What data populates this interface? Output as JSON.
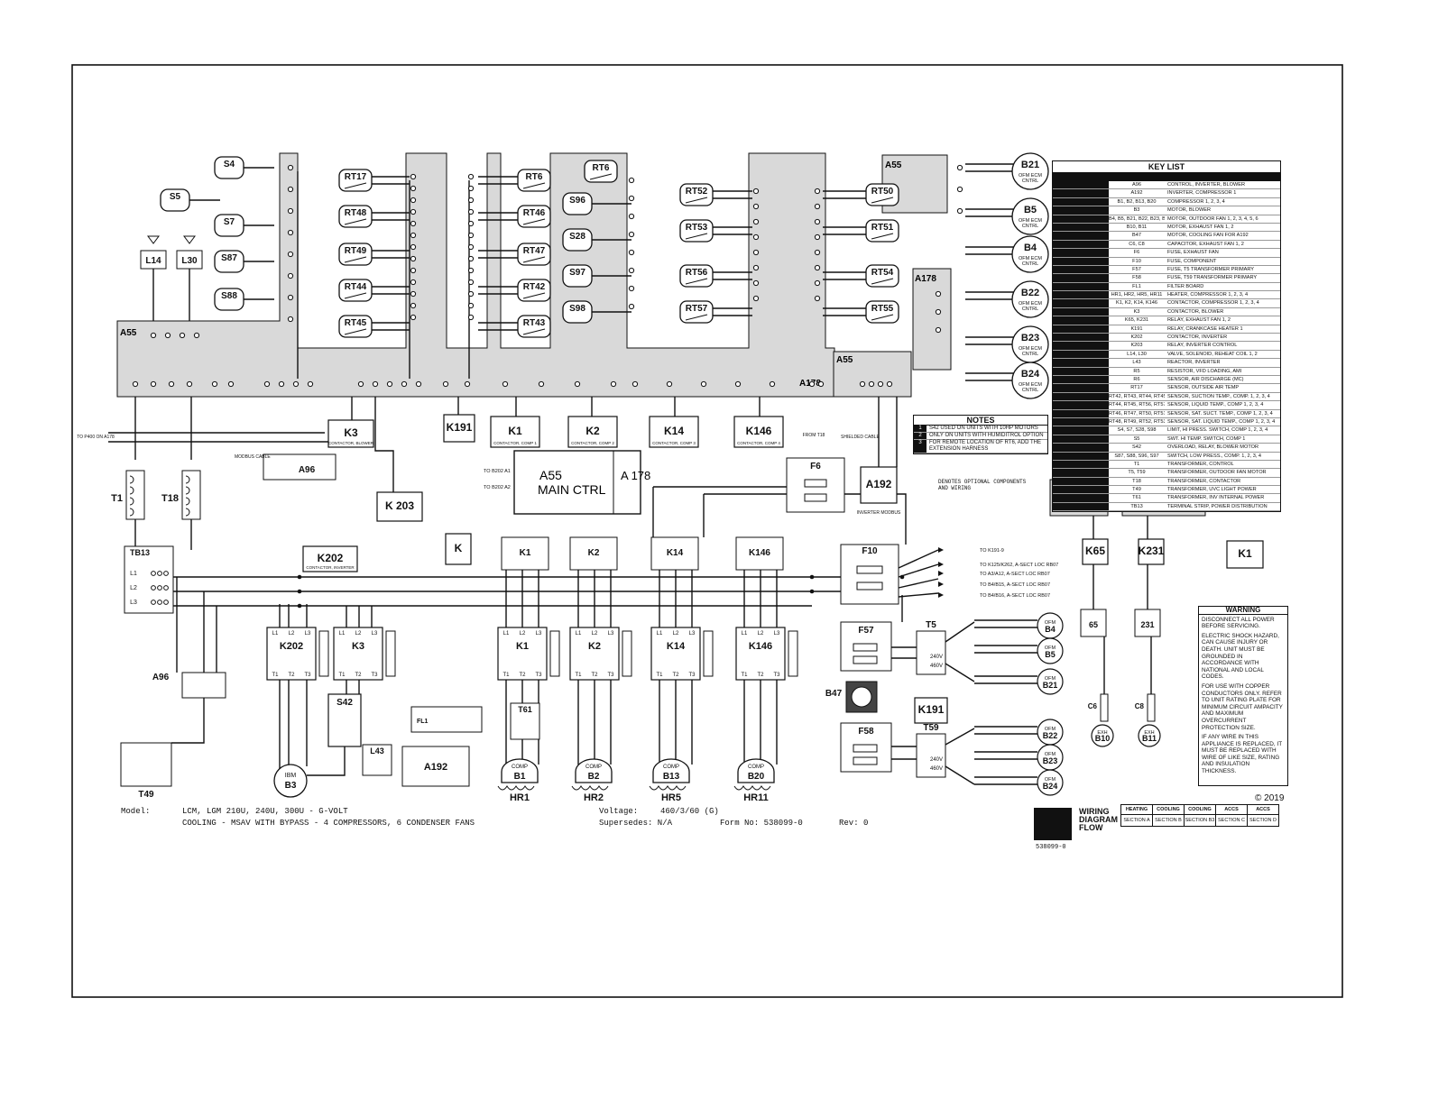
{
  "title_block": {
    "model_label": "Model:",
    "model_value": "LCM, LGM 210U, 240U, 300U - G-VOLT",
    "description": "COOLING - MSAV WITH BYPASS - 4 COMPRESSORS, 6 CONDENSER FANS",
    "voltage_label": "Voltage:",
    "voltage_value": "460/3/60 (G)",
    "supersedes": "Supersedes: N/A",
    "form_no": "Form No: 538099-0",
    "rev": "Rev: 0",
    "copyright": "© 2019",
    "drawing_number": "538099-0"
  },
  "flow": {
    "title": "WIRING DIAGRAM FLOW",
    "columns": [
      {
        "head": "HEATING",
        "section": "SECTION A"
      },
      {
        "head": "COOLING",
        "section": "SECTION B"
      },
      {
        "head": "COOLING",
        "section": "SECTION B3"
      },
      {
        "head": "ACCS",
        "section": "SECTION C"
      },
      {
        "head": "ACCS",
        "section": "SECTION D"
      }
    ]
  },
  "key_list": {
    "title": "KEY LIST",
    "rows": [
      {
        "key": "A96",
        "desc": "CONTROL, INVERTER, BLOWER"
      },
      {
        "key": "A192",
        "desc": "INVERTER, COMPRESSOR 1"
      },
      {
        "key": "B1, B2, B13, B20",
        "desc": "COMPRESSOR 1, 2, 3, 4"
      },
      {
        "key": "B3",
        "desc": "MOTOR, BLOWER"
      },
      {
        "key": "B4, B5, B21, B22, B23, B24",
        "desc": "MOTOR, OUTDOOR FAN 1, 2, 3, 4, 5, 6"
      },
      {
        "key": "B10, B11",
        "desc": "MOTOR, EXHAUST FAN 1, 2"
      },
      {
        "key": "B47",
        "desc": "MOTOR, COOLING FAN FOR A192"
      },
      {
        "key": "C6, C8",
        "desc": "CAPACITOR, EXHAUST FAN 1, 2"
      },
      {
        "key": "F6",
        "desc": "FUSE, EXHAUST FAN"
      },
      {
        "key": "F10",
        "desc": "FUSE, COMPONENT"
      },
      {
        "key": "F57",
        "desc": "FUSE, T5 TRANSFORMER PRIMARY"
      },
      {
        "key": "F58",
        "desc": "FUSE, T59 TRANSFORMER PRIMARY"
      },
      {
        "key": "FL1",
        "desc": "FILTER BOARD"
      },
      {
        "key": "HR1, HR2, HR5, HR11",
        "desc": "HEATER, COMPRESSOR 1, 2, 3, 4"
      },
      {
        "key": "K1, K2, K14, K146",
        "desc": "CONTACTOR, COMPRESSOR 1, 2, 3, 4"
      },
      {
        "key": "K3",
        "desc": "CONTACTOR, BLOWER"
      },
      {
        "key": "K65, K231",
        "desc": "RELAY, EXHAUST FAN 1, 2"
      },
      {
        "key": "K191",
        "desc": "RELAY, CRANKCASE HEATER 1"
      },
      {
        "key": "K202",
        "desc": "CONTACTOR, INVERTER"
      },
      {
        "key": "K203",
        "desc": "RELAY, INVERTER CONTROL"
      },
      {
        "key": "L14, L30",
        "desc": "VALVE, SOLENOID, REHEAT COIL 1, 2"
      },
      {
        "key": "L43",
        "desc": "REACTOR, INVERTER"
      },
      {
        "key": "R5",
        "desc": "RESISTOR, VFD LOADING, AMI"
      },
      {
        "key": "R6",
        "desc": "SENSOR, AIR DISCHARGE (MC)"
      },
      {
        "key": "RT17",
        "desc": "SENSOR, OUTSIDE AIR TEMP"
      },
      {
        "key": "RT42, RT43, RT44, RT45",
        "desc": "SENSOR, SUCTION TEMP., COMP. 1, 2, 3, 4"
      },
      {
        "key": "RT44, RT45, RT56, RT57",
        "desc": "SENSOR, LIQUID TEMP., COMP 1, 2, 3, 4"
      },
      {
        "key": "RT46, RT47, RT50, RT51",
        "desc": "SENSOR, SAT. SUCT. TEMP., COMP 1, 2, 3, 4"
      },
      {
        "key": "RT48, RT49, RT52, RT53",
        "desc": "SENSOR, SAT. LIQUID TEMP., COMP 1, 2, 3, 4"
      },
      {
        "key": "S4, S7, S28, S98",
        "desc": "LIMIT, HI PRESS. SWITCH, COMP 1, 2, 3, 4"
      },
      {
        "key": "S5",
        "desc": "SWT. HI TEMP. SWITCH, COMP 1"
      },
      {
        "key": "S42",
        "desc": "OVERLOAD, RELAY, BLOWER MOTOR"
      },
      {
        "key": "S87, S88, S96, S97",
        "desc": "SWITCH, LOW PRESS., COMP. 1, 2, 3, 4"
      },
      {
        "key": "T1",
        "desc": "TRANSFORMER, CONTROL"
      },
      {
        "key": "T5, T59",
        "desc": "TRANSFORMER, OUTDOOR FAN MOTOR"
      },
      {
        "key": "T18",
        "desc": "TRANSFORMER, CONTACTOR"
      },
      {
        "key": "T49",
        "desc": "TRANSFORMER, UVC LIGHT POWER"
      },
      {
        "key": "T61",
        "desc": "TRANSFORMER, INV INTERNAL POWER"
      },
      {
        "key": "TB13",
        "desc": "TERMINAL STRIP, POWER DISTRIBUTION"
      }
    ]
  },
  "notes": {
    "title": "NOTES",
    "items": [
      {
        "n": "1",
        "text": "S42 USED ON UNITS WITH 10HP MOTORS"
      },
      {
        "n": "2",
        "text": "ONLY ON UNITS WITH HUMIDITROL OPTION"
      },
      {
        "n": "3",
        "text": "FOR REMOTE LOCATION OF RT6, ADD THE EXTENSION HARNESS"
      }
    ],
    "legend": "DENOTES OPTIONAL COMPONENTS AND WIRING"
  },
  "warning": {
    "title": "WARNING",
    "paragraphs": [
      "DISCONNECT ALL POWER BEFORE SERVICING.",
      "ELECTRIC SHOCK HAZARD, CAN CAUSE INJURY OR DEATH. UNIT MUST BE GROUNDED IN ACCORDANCE WITH NATIONAL AND LOCAL CODES.",
      "FOR USE WITH COPPER CONDUCTORS ONLY. REFER TO UNIT RATING PLATE FOR MINIMUM CIRCUIT AMPACITY AND MAXIMUM OVERCURRENT PROTECTION SIZE.",
      "IF ANY WIRE IN THIS APPLIANCE IS REPLACED, IT MUST BE REPLACED WITH WIRE OF LIKE SIZE, RATING AND INSULATION THICKNESS."
    ]
  },
  "labels": {
    "a55": "A55",
    "a178": "A178",
    "main_ctrl": "MAIN CTRL",
    "a178_short": "A 178",
    "switches": [
      "S4",
      "S5",
      "S7",
      "S87",
      "S88",
      "S96",
      "S28",
      "S97",
      "S98"
    ],
    "coils": [
      "L14",
      "L30"
    ],
    "sensors_left": [
      "RT17",
      "RT48",
      "RT49",
      "RT44",
      "RT45"
    ],
    "sensors_mid": [
      "RT6",
      "RT46",
      "RT47",
      "RT42",
      "RT43"
    ],
    "sensors_right_a": [
      "RT52",
      "RT53",
      "RT56",
      "RT57"
    ],
    "sensors_right_b": [
      "RT50",
      "RT51",
      "RT54",
      "RT55"
    ],
    "fans_top": [
      "B21",
      "B5",
      "B4",
      "B22",
      "B23",
      "B24"
    ],
    "ofm": "OFM ECM CNTRL",
    "coils_row": [
      "K3",
      "K1",
      "K2",
      "K14",
      "K146"
    ],
    "k191": "K191",
    "a96": "A96",
    "k203": "K 203",
    "k202": "K202",
    "a192": "A192",
    "f6": "F6",
    "t1": "T1",
    "t18": "T18",
    "tb13": "TB13",
    "f10": "F10",
    "k65": "K65",
    "k231": "K231",
    "k1_aux": "K1",
    "contactors_main": [
      "K202",
      "K3",
      "K1",
      "K2",
      "K14",
      "K146"
    ],
    "s42": "S42",
    "t61": "T61",
    "l43": "L43",
    "fl1": "FL1",
    "b3": "B3",
    "ibm": "IBM",
    "t49": "T49",
    "a96_low": "A96",
    "compressors": [
      "B1",
      "B2",
      "B13",
      "B20"
    ],
    "comp": "COMP",
    "heaters": [
      "HR1",
      "HR2",
      "HR5",
      "HR11"
    ],
    "f57": "F57",
    "f58": "F58",
    "t5": "T5",
    "t59": "T59",
    "b47": "B47",
    "k191_low": "K191",
    "fans_low": [
      "B4",
      "B5",
      "B21",
      "B22",
      "B23",
      "B24"
    ],
    "ofm_short": "OFM",
    "k65_low": "65",
    "k231_low": "231",
    "exh": [
      "B10",
      "B11"
    ],
    "exh_label": "EXH",
    "caps": [
      "C6",
      "C8"
    ],
    "volts": "460V",
    "volts2": "240V",
    "tie_labels": [
      "TO K191-9",
      "TO K125/K262, A-SECT LOC RB07",
      "TO A3/A12, A-SECT LOC RB07",
      "TO B4/B15, A-SECT LOC RB07",
      "TO B4/B16, A-SECT LOC RB07"
    ],
    "to_b202": [
      "TO B202 A1",
      "TO B202 A2"
    ],
    "modbus": "MODBUS CABLE",
    "shielded": "SHIELDED CABLE",
    "inverter_modbus": "INVERTER MODBUS",
    "from_t18": "FROM T18",
    "to_p400": "TO P400 ON A178"
  }
}
